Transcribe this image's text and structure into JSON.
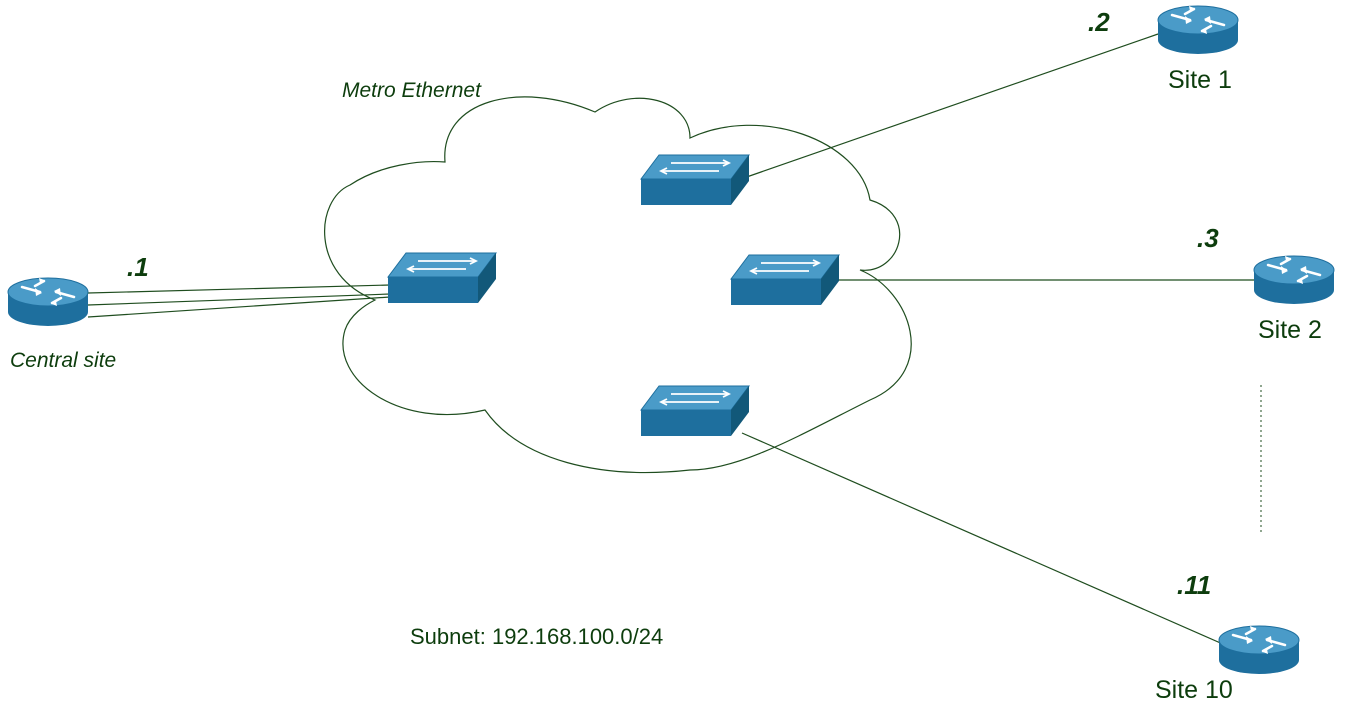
{
  "diagram": {
    "cloud_label": "Metro Ethernet",
    "subnet_label": "Subnet: 192.168.100.0/24",
    "central": {
      "name": "Central site",
      "address": ".1"
    },
    "sites": [
      {
        "name": "Site 1",
        "address": ".2"
      },
      {
        "name": "Site 2",
        "address": ".3"
      },
      {
        "name": "Site 10",
        "address": ".11"
      }
    ],
    "colors": {
      "line": "#1f4d1f",
      "text": "#0d3d0d",
      "device_top": "#4a9bc8",
      "device_front": "#1e6f9e",
      "device_side": "#125879",
      "cloud_stroke": "#1f4d1f"
    }
  }
}
